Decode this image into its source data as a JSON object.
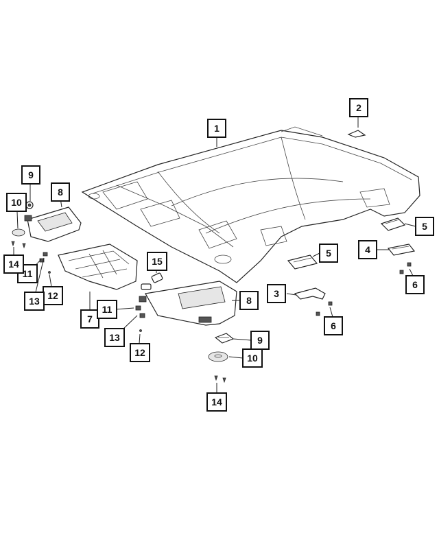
{
  "callouts": [
    {
      "id": "c1",
      "label": "1"
    },
    {
      "id": "c2",
      "label": "2"
    },
    {
      "id": "c3",
      "label": "3"
    },
    {
      "id": "c4",
      "label": "4"
    },
    {
      "id": "c5a",
      "label": "5"
    },
    {
      "id": "c5b",
      "label": "5"
    },
    {
      "id": "c6a",
      "label": "6"
    },
    {
      "id": "c6b",
      "label": "6"
    },
    {
      "id": "c7",
      "label": "7"
    },
    {
      "id": "c8a",
      "label": "8"
    },
    {
      "id": "c8b",
      "label": "8"
    },
    {
      "id": "c9a",
      "label": "9"
    },
    {
      "id": "c9b",
      "label": "9"
    },
    {
      "id": "c10a",
      "label": "10"
    },
    {
      "id": "c10b",
      "label": "10"
    },
    {
      "id": "c11a",
      "label": "11"
    },
    {
      "id": "c11b",
      "label": "11"
    },
    {
      "id": "c12a",
      "label": "12"
    },
    {
      "id": "c12b",
      "label": "12"
    },
    {
      "id": "c13a",
      "label": "13"
    },
    {
      "id": "c13b",
      "label": "13"
    },
    {
      "id": "c14a",
      "label": "14"
    },
    {
      "id": "c14b",
      "label": "14"
    },
    {
      "id": "c15",
      "label": "15"
    }
  ]
}
